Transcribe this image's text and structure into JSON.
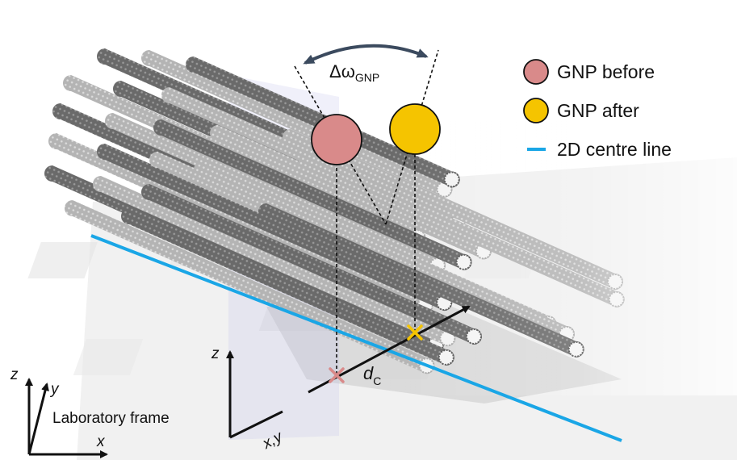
{
  "legend": {
    "gnp_before": {
      "label": "GNP before",
      "color": "#d98a8a"
    },
    "gnp_after": {
      "label": "GNP after",
      "color": "#f5c400"
    },
    "centre_line": {
      "label": "2D centre line",
      "color": "#1aa6e6"
    }
  },
  "annotations": {
    "delta_omega": "Δω",
    "delta_omega_sub": "GNP",
    "d_c": "d",
    "d_c_sub": "C"
  },
  "local_axes": {
    "z": "z",
    "xy": "x,y"
  },
  "lab_frame": {
    "label": "Laboratory frame",
    "z": "z",
    "y": "y",
    "x": "x"
  }
}
